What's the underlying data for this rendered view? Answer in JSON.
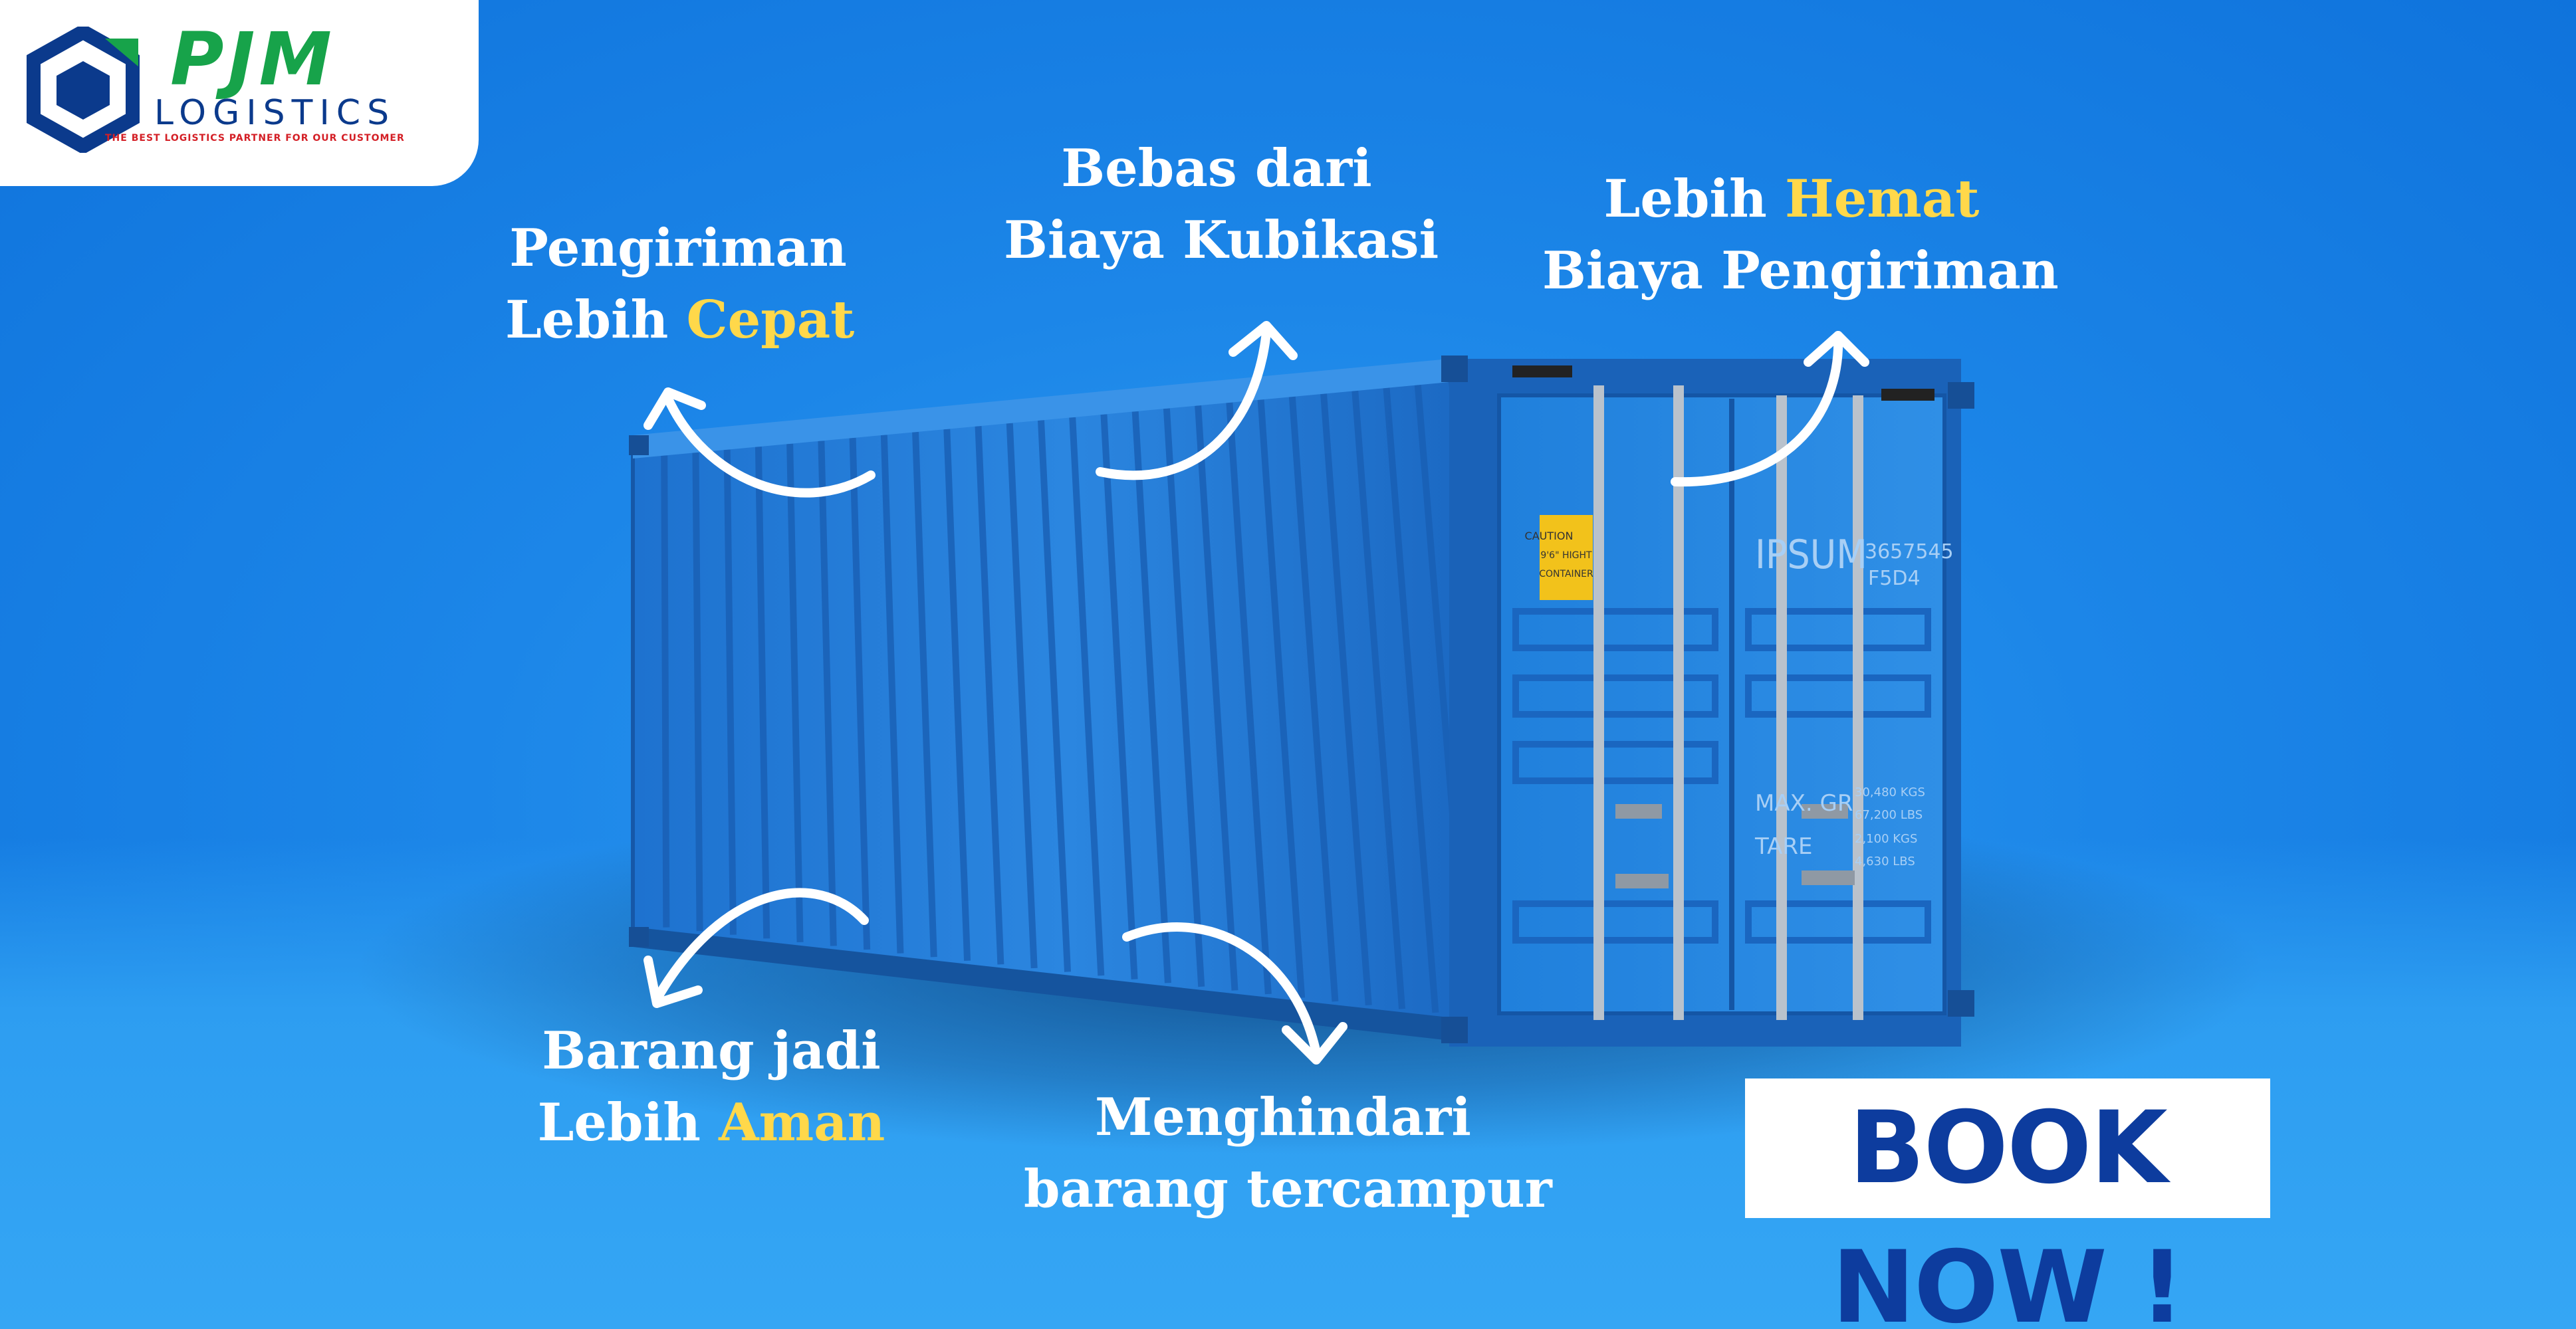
{
  "logo": {
    "brand": "PJM",
    "sub": "LOGISTICS",
    "tagline": "THE BEST LOGISTICS PARTNER FOR OUR CUSTOMER"
  },
  "features": [
    {
      "line1": "Pengiriman",
      "line2_prefix": "Lebih ",
      "line2_highlight": "Cepat",
      "line2_suffix": ""
    },
    {
      "line1": "Bebas dari",
      "line2_prefix": "Biaya Kubikasi",
      "line2_highlight": "",
      "line2_suffix": ""
    },
    {
      "line1_prefix": "Lebih ",
      "line1_highlight": "Hemat",
      "line2_prefix": "Biaya Pengiriman",
      "line2_highlight": "",
      "line2_suffix": ""
    },
    {
      "line1": "Barang jadi",
      "line2_prefix": "Lebih ",
      "line2_highlight": "Aman",
      "line2_suffix": ""
    },
    {
      "line1": "Menghindari",
      "line2_prefix": "barang tercampur",
      "line2_highlight": "",
      "line2_suffix": ""
    }
  ],
  "container": {
    "sticker": [
      "CAUTION",
      "9'6\" HIGHT",
      "CONTAINER"
    ],
    "owner_code": "IPSUM",
    "serial": "3657545",
    "type_code": "F5D4",
    "weights_labels": [
      "MAX. GR",
      "TARE"
    ],
    "weights": [
      "30,480 KGS",
      "67,200 LBS",
      "2,100 KGS",
      "4,630 LBS"
    ]
  },
  "cta": {
    "label": "BOOK NOW !"
  },
  "colors": {
    "highlight": "#ffd84a",
    "cta_text": "#0d3c9e",
    "brand_green": "#17a34a",
    "brand_blue": "#0b3a8c"
  }
}
